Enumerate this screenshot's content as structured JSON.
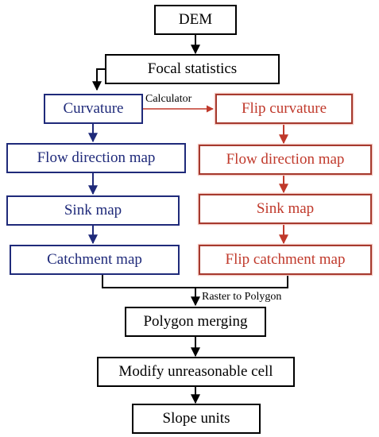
{
  "nodes": {
    "dem": "DEM",
    "focal_statistics": "Focal statistics",
    "curvature": "Curvature",
    "flip_curvature": "Flip curvature",
    "flow_direction_left": "Flow direction map",
    "flow_direction_right": "Flow direction map",
    "sink_left": "Sink map",
    "sink_right": "Sink map",
    "catchment_left": "Catchment map",
    "catchment_right": "Flip catchment map",
    "polygon_merging": "Polygon merging",
    "modify_cell": "Modify unreasonable cell",
    "slope_units": "Slope units"
  },
  "edge_labels": {
    "calculator": "Calculator",
    "raster_to_polygon": "Raster to Polygon"
  },
  "colors": {
    "left_branch": "#1f2a7a",
    "right_branch": "#c0392b",
    "main": "#000000"
  }
}
